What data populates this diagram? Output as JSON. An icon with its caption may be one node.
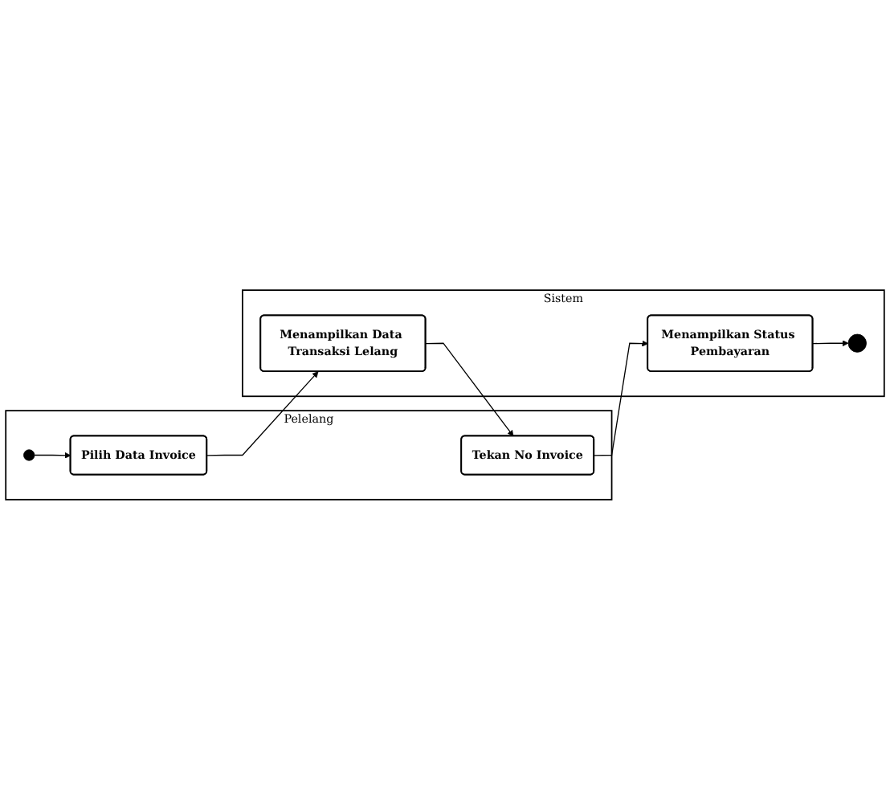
{
  "diagram": {
    "nodes": [
      {
        "text": [
          "Pelelang"
        ]
      },
      {
        "text": [
          "Sistem"
        ]
      },
      {
        "text": [],
        "shape": "circle",
        "in": 0
      },
      {
        "text": [
          "Pilih Data Invoice"
        ],
        "in": 0
      },
      {
        "text": [
          "Menampilkan Data Transaksi Lelang"
        ],
        "in": 1
      },
      {
        "text": [
          "Tekan No Invoice"
        ],
        "in": 0
      },
      {
        "text": [
          "Menampilkan Status Pembayaran"
        ],
        "in": 1
      },
      {
        "text": [],
        "shape": "bullseye",
        "in": 1
      }
    ],
    "edges": [
      {
        "from": 2,
        "to": 3,
        "arrow": "to"
      },
      {
        "from": 3,
        "to": 4,
        "arrow": "to"
      },
      {
        "from": 4,
        "to": 5,
        "arrow": "to"
      },
      {
        "from": 5,
        "to": 6,
        "arrow": "to"
      },
      {
        "from": 6,
        "to": 7,
        "arrow": "to"
      }
    ]
  }
}
